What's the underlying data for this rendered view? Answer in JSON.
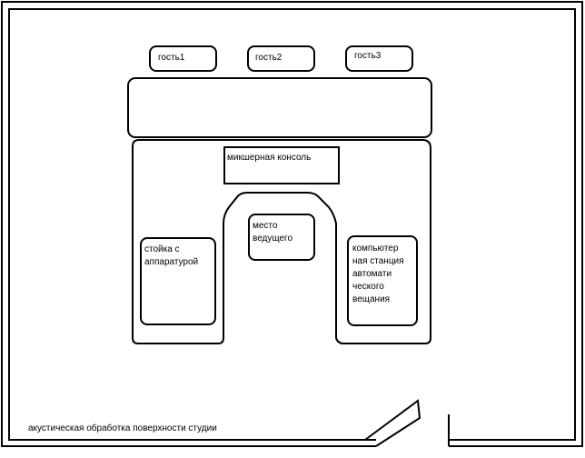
{
  "guests": [
    "гость1",
    "гость2",
    "гость3"
  ],
  "mixer_label": "микшерная консоль",
  "host_label": [
    "место",
    "ведущего"
  ],
  "rack_label": [
    "стойка с",
    "аппаратурой"
  ],
  "workstation_label": [
    "компьютер",
    "ная станция",
    "автомати",
    "ческого",
    "вещания"
  ],
  "footer_note": "акустическая обработка  поверхности студии"
}
